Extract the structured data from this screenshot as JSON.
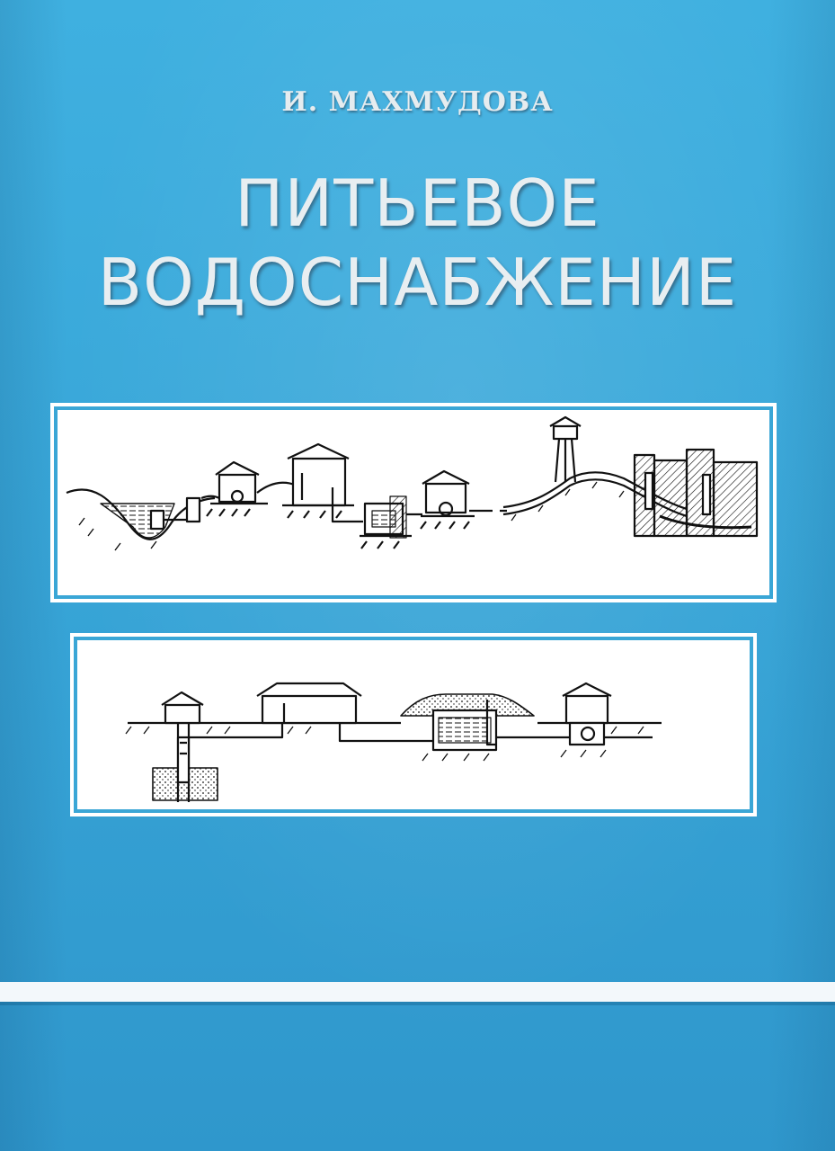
{
  "cover": {
    "author": "И. МАХМУДОВА",
    "title_line1": "ПИТЬЕВОЕ",
    "title_line2": "ВОДОСНАБЖЕНИЕ",
    "background_color": "#3aa6d6"
  },
  "illustrations": {
    "top_panel": "surface-water-supply-scheme-icon",
    "bottom_panel": "groundwater-supply-scheme-icon"
  }
}
